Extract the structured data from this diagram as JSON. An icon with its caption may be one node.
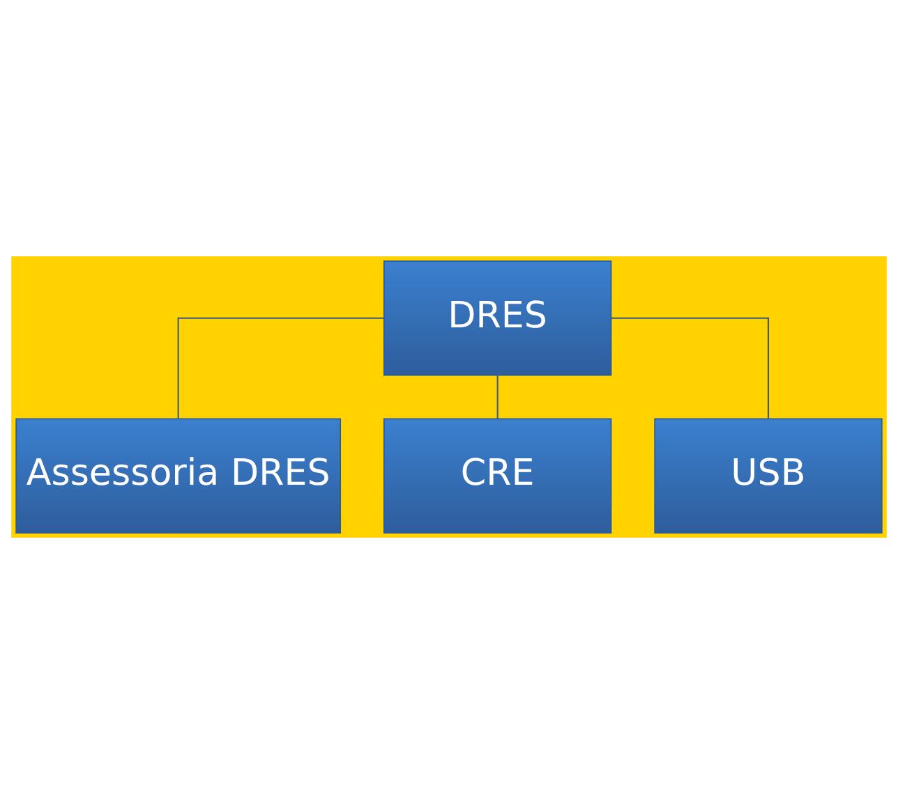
{
  "diagram": {
    "nodes": [
      {
        "text": [
          "DRES"
        ]
      },
      {
        "text": [
          "Assessoria DRES"
        ]
      },
      {
        "text": [
          "CRE"
        ]
      },
      {
        "text": [
          "USB"
        ]
      }
    ],
    "edges": [
      {
        "from": 0,
        "to": 1,
        "arrow": "none"
      },
      {
        "from": 0,
        "to": 2,
        "arrow": "none"
      },
      {
        "from": 0,
        "to": 3,
        "arrow": "none"
      }
    ]
  }
}
